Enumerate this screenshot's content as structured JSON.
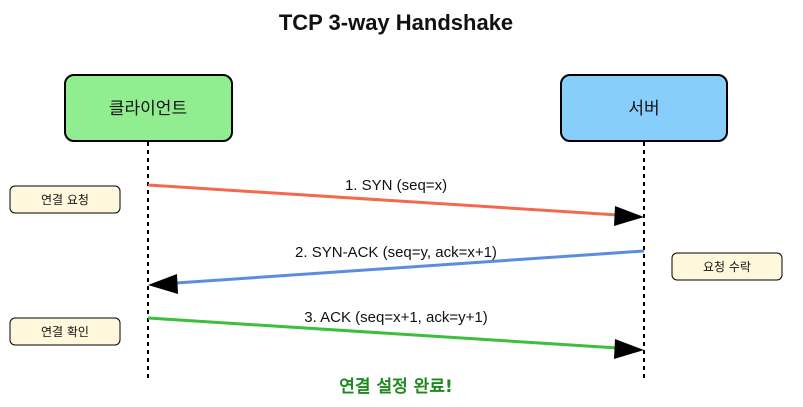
{
  "title": "TCP 3-way Handshake",
  "actors": {
    "client": {
      "label": "클라이언트",
      "fill": "#90ee90"
    },
    "server": {
      "label": "서버",
      "fill": "#87cefa"
    }
  },
  "messages": [
    {
      "label": "1. SYN (seq=x)",
      "from": "client",
      "to": "server",
      "color": "#f26a4b"
    },
    {
      "label": "2. SYN-ACK (seq=y, ack=x+1)",
      "from": "server",
      "to": "client",
      "color": "#5b8dde"
    },
    {
      "label": "3. ACK (seq=x+1, ack=y+1)",
      "from": "client",
      "to": "server",
      "color": "#3cbf3c"
    }
  ],
  "notes": {
    "connect_request": "연결 요청",
    "request_accept": "요청 수락",
    "connect_confirm": "연결 확인"
  },
  "note_fill": "#fff8dc",
  "completion": {
    "text": "연결 설정 완료!",
    "color": "#1e8a1e"
  }
}
